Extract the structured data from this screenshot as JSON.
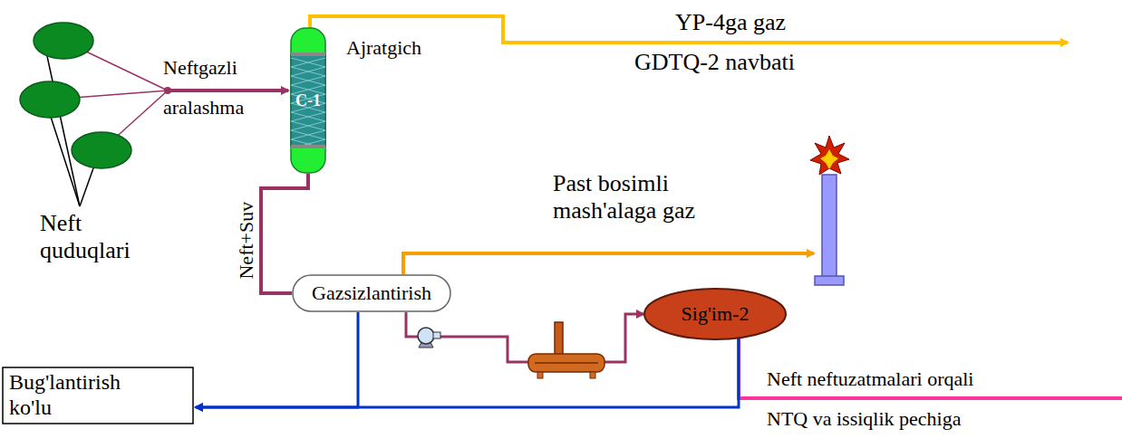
{
  "diagram": {
    "nodes": [
      {
        "text": [
          "C-1"
        ]
      },
      {
        "text": [
          "Gazsizlantirish"
        ]
      },
      {
        "text": [
          "Sig'im-2"
        ]
      },
      {
        "text": [
          "Bug'lantirish ko'lu"
        ]
      }
    ],
    "edges": [
      {
        "from": 0,
        "to": 1,
        "arrow": "none",
        "label": "Neft+Suv"
      },
      {
        "from": 1,
        "to": 2,
        "arrow": "to"
      },
      {
        "from": 1,
        "to": 3,
        "arrow": "to"
      },
      {
        "from": 2,
        "to": 3,
        "arrow": "to"
      }
    ],
    "labels": [
      "Neftgazli",
      "aralashma",
      "Neft quduqlari",
      "Ajratgich",
      "YP-4ga gaz",
      "GDTQ-2 navbati",
      "Past bosimli mash'alaga gaz",
      "Neft neftuzatmalari orqali",
      "NTQ va issiqlik pechiga"
    ]
  }
}
